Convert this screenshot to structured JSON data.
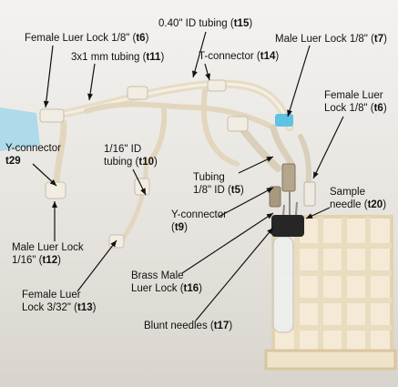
{
  "colors": {
    "background": "#e9e7e3",
    "tubing": "#e8dcc4",
    "rack": "#f1e6cf",
    "metal": "#b7a98f",
    "blue_glove": "#8fd0e6",
    "cap": "#2a2a2a",
    "label_text": "#111111"
  },
  "labels": [
    {
      "id": "t6a",
      "lines": [
        {
          "text": "Female Luer Lock 1/8\" (",
          "tag": "t6",
          "tail": ")"
        }
      ]
    },
    {
      "id": "t15",
      "lines": [
        {
          "text": "0.40\" ID tubing (",
          "tag": "t15",
          "tail": ")"
        }
      ]
    },
    {
      "id": "t11",
      "lines": [
        {
          "text": "3x1 mm tubing (",
          "tag": "t11",
          "tail": ")"
        }
      ]
    },
    {
      "id": "t14",
      "lines": [
        {
          "text": "T-connector (",
          "tag": "t14",
          "tail": ")"
        }
      ]
    },
    {
      "id": "t7",
      "lines": [
        {
          "text": "Male Luer Lock 1/8\" (",
          "tag": "t7",
          "tail": ")"
        }
      ]
    },
    {
      "id": "t6b",
      "lines": [
        {
          "text": "Female Luer",
          "tag": "",
          "tail": ""
        },
        {
          "text": "Lock 1/8\" (",
          "tag": "t6",
          "tail": ")"
        }
      ]
    },
    {
      "id": "t29",
      "lines": [
        {
          "text": "Y-connector",
          "tag": "",
          "tail": ""
        },
        {
          "text": "",
          "tag": "t29",
          "tail": ""
        }
      ]
    },
    {
      "id": "t10",
      "lines": [
        {
          "text": "1/16\" ID",
          "tag": "",
          "tail": ""
        },
        {
          "text": "tubing (",
          "tag": "t10",
          "tail": ")"
        }
      ]
    },
    {
      "id": "t5",
      "lines": [
        {
          "text": "Tubing",
          "tag": "",
          "tail": ""
        },
        {
          "text": "1/8\" ID (",
          "tag": "t5",
          "tail": ")"
        }
      ]
    },
    {
      "id": "t20",
      "lines": [
        {
          "text": "Sample",
          "tag": "",
          "tail": ""
        },
        {
          "text": "needle (",
          "tag": "t20",
          "tail": ")"
        }
      ]
    },
    {
      "id": "t9",
      "lines": [
        {
          "text": "Y-connector",
          "tag": "",
          "tail": ""
        },
        {
          "text": "(",
          "tag": "t9",
          "tail": ")"
        }
      ]
    },
    {
      "id": "t12",
      "lines": [
        {
          "text": "Male Luer Lock",
          "tag": "",
          "tail": ""
        },
        {
          "text": "1/16\" (",
          "tag": "t12",
          "tail": ")"
        }
      ]
    },
    {
      "id": "t16",
      "lines": [
        {
          "text": "Brass Male",
          "tag": "",
          "tail": ""
        },
        {
          "text": "Luer Lock (",
          "tag": "t16",
          "tail": ")"
        }
      ]
    },
    {
      "id": "t13",
      "lines": [
        {
          "text": "Female Luer",
          "tag": "",
          "tail": ""
        },
        {
          "text": "Lock 3/32\" (",
          "tag": "t13",
          "tail": ")"
        }
      ]
    },
    {
      "id": "t17",
      "lines": [
        {
          "text": "Blunt needles (",
          "tag": "t17",
          "tail": ")"
        }
      ]
    }
  ]
}
